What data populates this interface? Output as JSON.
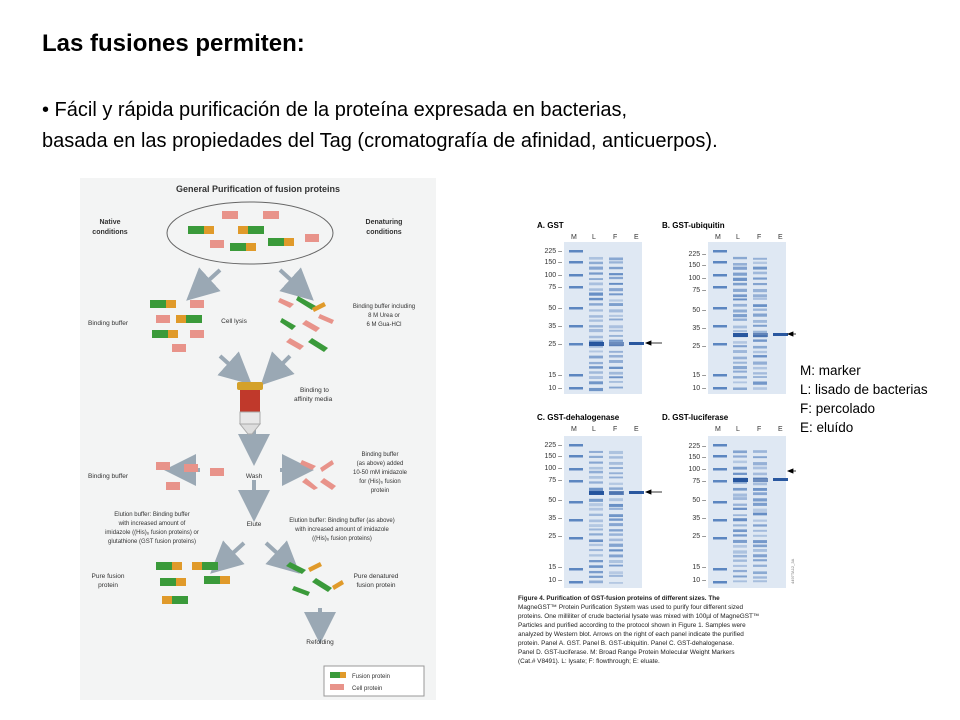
{
  "slide": {
    "title": "Las fusiones permiten:",
    "bullet_line1": "• Fácil y rápida purificación de la proteína expresada en bacterias,",
    "bullet_line2": "basada en las propiedades del Tag (cromatografía de afinidad, anticuerpos)."
  },
  "diagram": {
    "title": "General Purification of fusion proteins",
    "native": "Native\nconditions",
    "native_l1": "Native",
    "native_l2": "conditions",
    "denat_l1": "Denaturing",
    "denat_l2": "conditions",
    "binding_buffer": "Binding buffer",
    "cell_lysis": "Cell lysis",
    "bb_urea_l1": "Binding buffer including",
    "bb_urea_l2": "8 M Urea or",
    "bb_urea_l3": "6 M Gua-HCl",
    "binding_media_l1": "Binding to",
    "binding_media_l2": "affinity media",
    "binding_buffer2": "Binding buffer",
    "wash": "Wash",
    "bb_added_l1": "Binding buffer",
    "bb_added_l2": "(as above) added",
    "bb_added_l3": "10-50 mM imidazole",
    "bb_added_l4": "for (His)₆ fusion",
    "bb_added_l5": "protein",
    "elution_l1": "Elution buffer: Binding buffer",
    "elution_l2": "with increased amount of",
    "elution_l3": "imidazole ((His)₆ fusion proteins) or",
    "elution_l4": "glutathione (GST fusion proteins)",
    "elute": "Elute",
    "elution2_l1": "Elution buffer: Binding buffer (as above)",
    "elution2_l2": "with increased amount of imidazole",
    "elution2_l3": "((His)₆ fusion proteins)",
    "pure_l1": "Pure fusion",
    "pure_l2": "protein",
    "pure_den_l1": "Pure denatured",
    "pure_den_l2": "fusion protein",
    "refolding": "Refolding",
    "legend_fusion": "Fusion protein",
    "legend_cell": "Cell protein"
  },
  "gels": {
    "panels": [
      {
        "title": "A. GST"
      },
      {
        "title": "B. GST-ubiquitin"
      },
      {
        "title": "C. GST-dehalogenase"
      },
      {
        "title": "D. GST-luciferase"
      }
    ],
    "lanes": [
      "M",
      "L",
      "F",
      "E"
    ],
    "markers": [
      "225 –",
      "150 –",
      "100 –",
      "75 –",
      "50 –",
      "35 –",
      "25 –",
      "15 –",
      "10 –"
    ],
    "code": "4497TA12_3A",
    "caption_l1": "Figure 4. Purification of GST-fusion proteins of different sizes. The",
    "caption_l2": "MagneGST™ Protein Purification System was used to purify four different sized",
    "caption_l3": "proteins. One milliliter of crude bacterial lysate was mixed with 100µl of MagneGST™",
    "caption_l4": "Particles and purified according to the protocol shown in Figure 1. Samples were",
    "caption_l5": "analyzed by Western blot. Arrows on the right of each panel indicate the purified",
    "caption_l6": "protein. Panel A. GST. Panel B. GST-ubiquitin. Panel C. GST-dehalogenase.",
    "caption_l7": "Panel D. GST-luciferase. M: Broad Range Protein Molecular Weight Markers",
    "caption_l8": "(Cat.# V8491). L: lysate; F: flowthrough; E: eluate."
  },
  "legend": {
    "m": "M: marker",
    "l": "L: lisado de bacterias",
    "f": "F: percolado",
    "e": "E: eluído"
  },
  "colors": {
    "fusion_green": "#3a9a3a",
    "fusion_orange": "#e09a2a",
    "cell_pink": "#e8938a",
    "arrow_gray": "#9aa8b4",
    "band_blue": "#2f5fa8"
  }
}
